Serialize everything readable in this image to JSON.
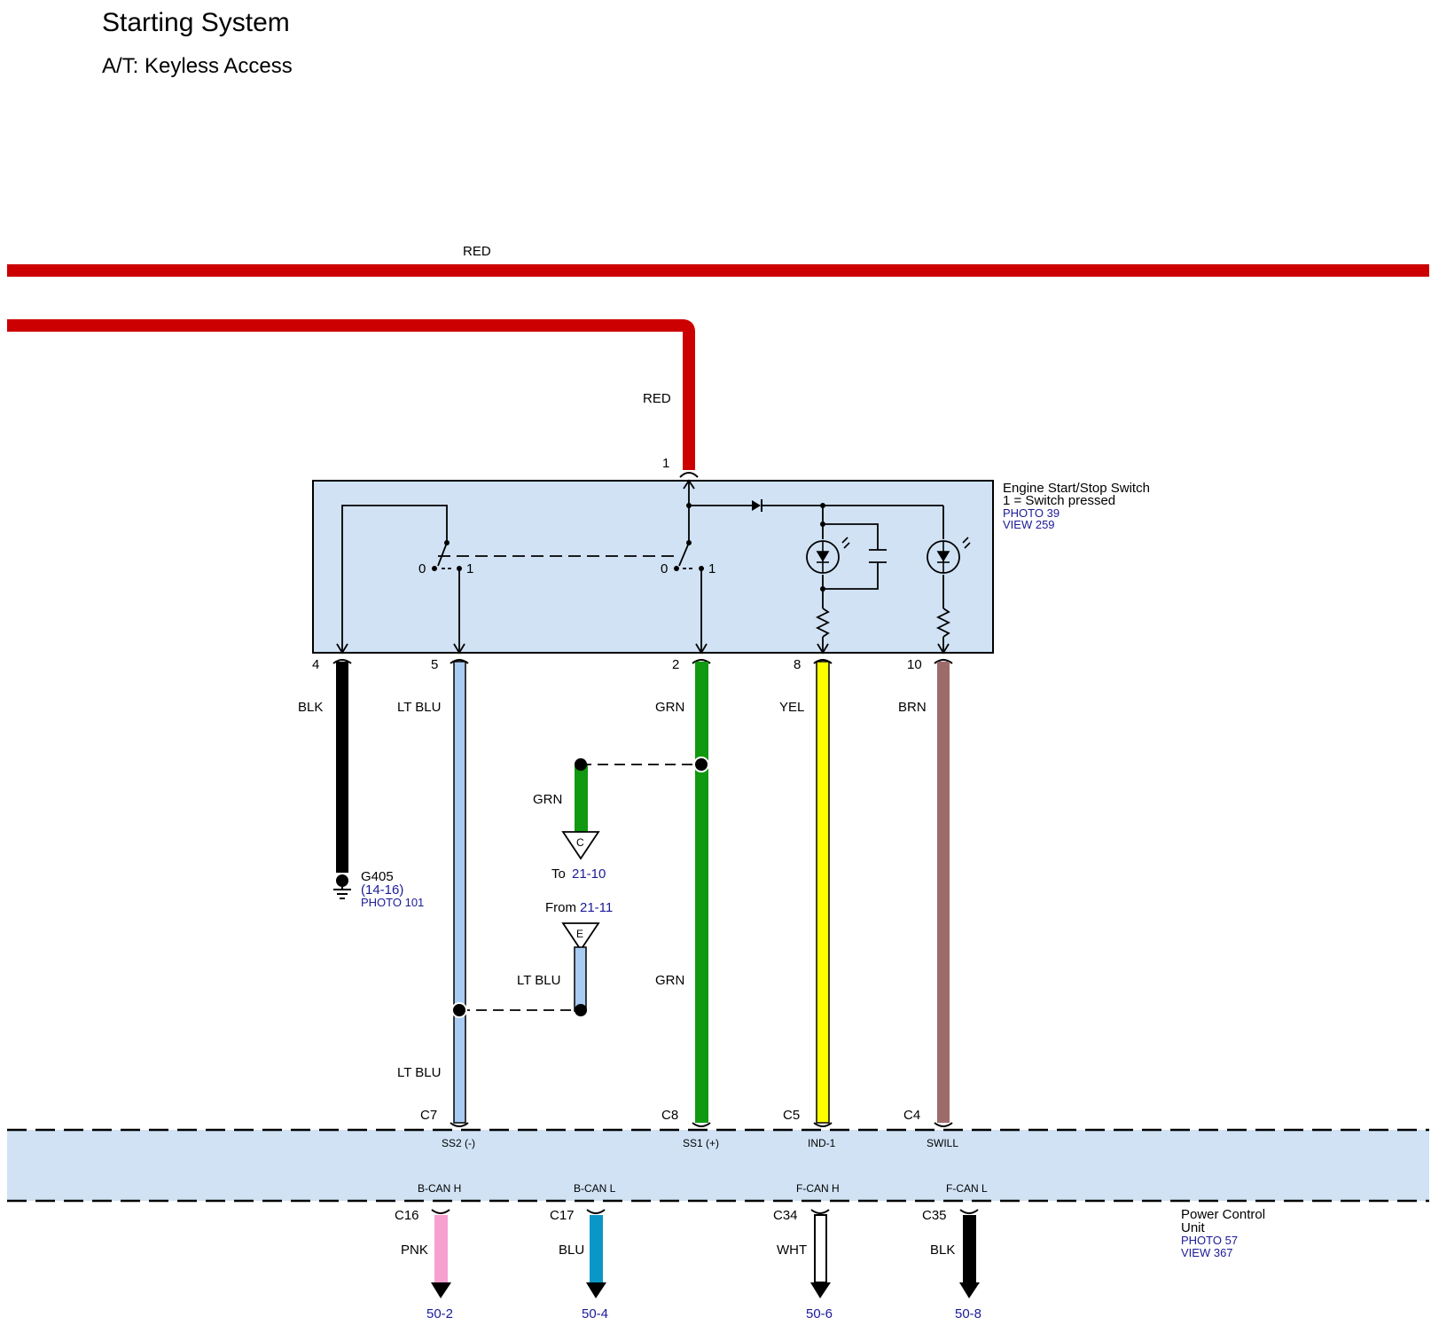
{
  "header": {
    "title": "Starting System",
    "subtitle": "A/T: Keyless Access"
  },
  "wires": {
    "red_top": "RED",
    "red_vertical": "RED",
    "blk": "BLK",
    "lt_blu_5": "LT BLU",
    "grn_2": "GRN",
    "yel": "YEL",
    "brn": "BRN",
    "grn_branch": "GRN",
    "lt_blu_branch": "LT BLU",
    "grn_lower": "GRN",
    "lt_blu_lower": "LT BLU",
    "pnk": "PNK",
    "blu": "BLU",
    "wht": "WHT",
    "blk_lower": "BLK"
  },
  "switch": {
    "name": "Engine Start/Stop Switch",
    "note": "1 = Switch pressed",
    "photo": "PHOTO 39",
    "view": "VIEW 259",
    "pins": {
      "p1": "1",
      "p4": "4",
      "p5": "5",
      "p2": "2",
      "p8": "8",
      "p10": "10"
    },
    "positions": {
      "left0": "0",
      "left1": "1",
      "right0": "0",
      "right1": "1"
    }
  },
  "ground": {
    "name": "G405",
    "ref": "(14-16)",
    "ref_link": "14-16",
    "photo": "PHOTO 101"
  },
  "connectors": {
    "c_to": "C",
    "to_prefix": "To",
    "to_ref": "21-10",
    "e_from": "E",
    "from_prefix": "From",
    "from_ref": "21-11"
  },
  "pcu": {
    "name_line1": "Power Control",
    "name_line2": "Unit",
    "photo": "PHOTO 57",
    "view": "VIEW 367",
    "top_pins": [
      "C7",
      "C8",
      "C5",
      "C4"
    ],
    "top_signals": [
      "SS2 (-)",
      "SS1 (+)",
      "IND-1",
      "SWILL"
    ],
    "bottom_signals": [
      "B-CAN H",
      "B-CAN L",
      "F-CAN H",
      "F-CAN L"
    ],
    "bottom_pins": [
      "C16",
      "C17",
      "C34",
      "C35"
    ],
    "bottom_refs": [
      "50-2",
      "50-4",
      "50-6",
      "50-8"
    ]
  },
  "colors": {
    "red": "#cc0000",
    "black": "#000000",
    "lt_blu": "#a8ccf2",
    "grn": "#119911",
    "yel": "#ffff00",
    "brn": "#9e6b6b",
    "pnk": "#f79fcf",
    "blu": "#0b97c6",
    "box_fill": "#d0e2f4",
    "ref": "#1a1a99"
  }
}
